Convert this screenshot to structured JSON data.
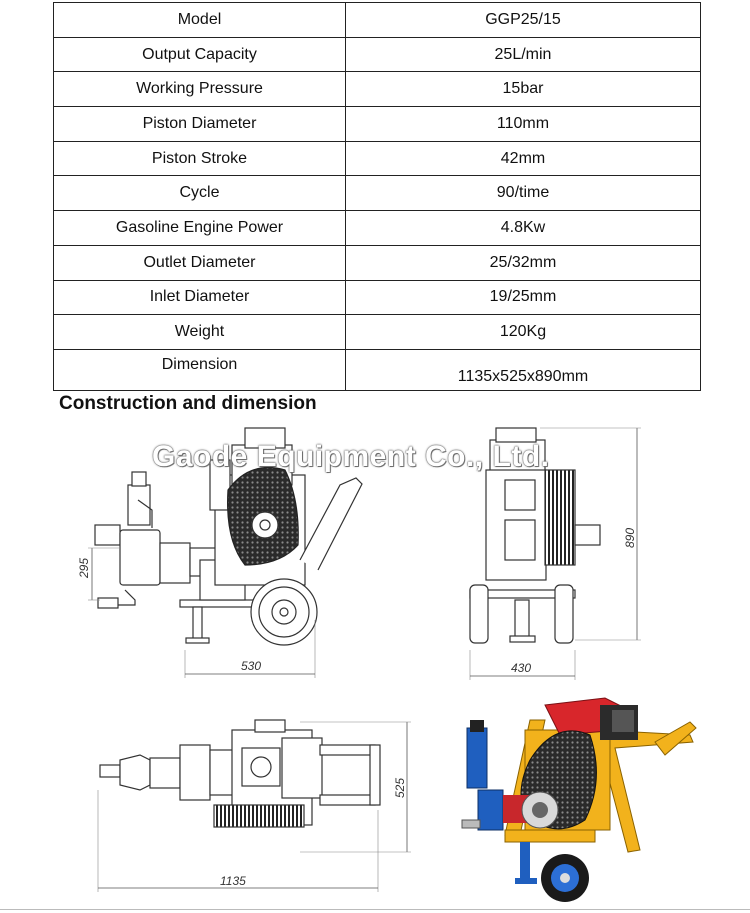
{
  "spec_table": {
    "rows": [
      {
        "label": "Model",
        "value": "GGP25/15"
      },
      {
        "label": "Output Capacity",
        "value": "25L/min"
      },
      {
        "label": "Working Pressure",
        "value": "15bar"
      },
      {
        "label": "Piston Diameter",
        "value": "110mm"
      },
      {
        "label": "Piston Stroke",
        "value": "42mm"
      },
      {
        "label": "Cycle",
        "value": "90/time"
      },
      {
        "label": "Gasoline Engine Power",
        "value": "4.8Kw"
      },
      {
        "label": "Outlet Diameter",
        "value": "25/32mm"
      },
      {
        "label": "Inlet Diameter",
        "value": "19/25mm"
      },
      {
        "label": "Weight",
        "value": "120Kg"
      },
      {
        "label": "Dimension",
        "value": "1135x525x890mm"
      }
    ]
  },
  "section_heading": "Construction and dimension",
  "watermark": "Gaode Equipment Co., Ltd.",
  "dimensions": {
    "side_height": "295",
    "side_length": "530",
    "rear_height": "890",
    "rear_width": "430",
    "top_width": "525",
    "top_length": "1135"
  },
  "colors": {
    "frame_yellow": "#f2b21c",
    "pump_blue": "#1f5fbf",
    "engine_red": "#d8262b"
  }
}
